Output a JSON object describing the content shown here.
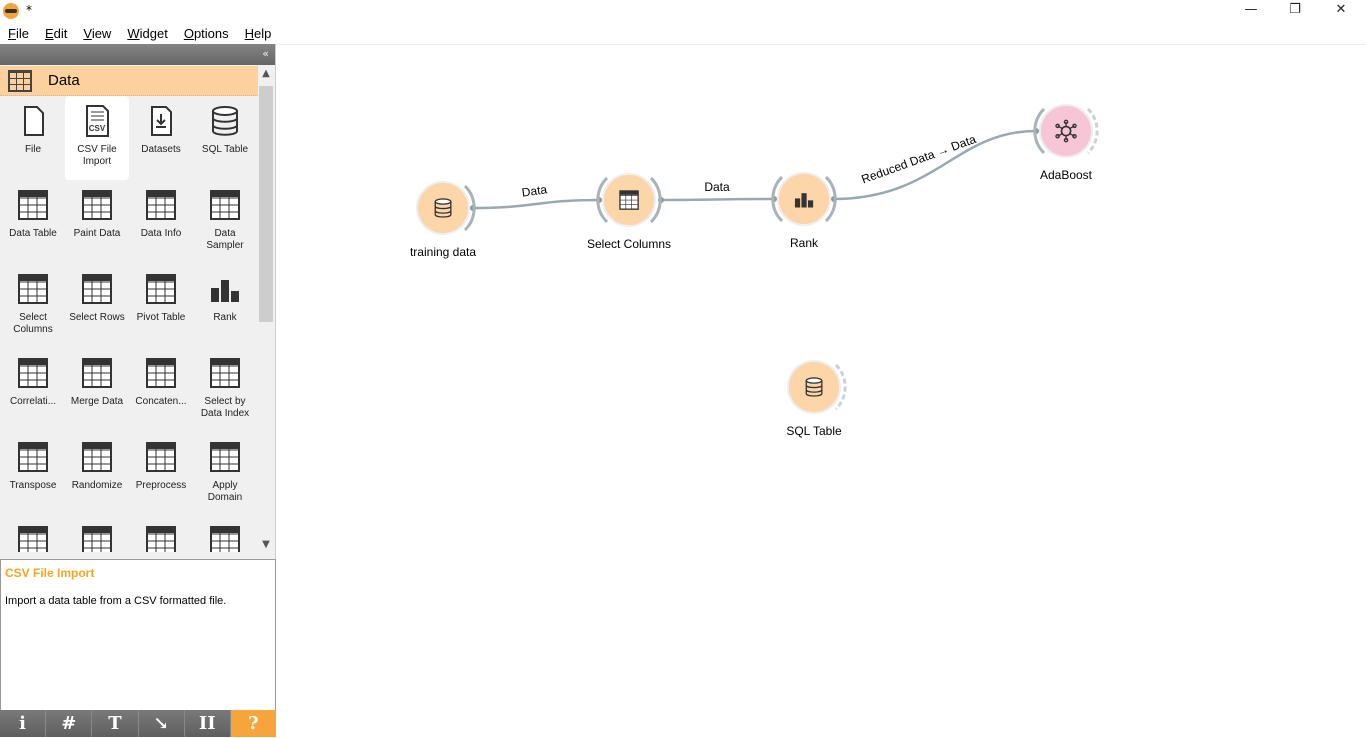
{
  "window": {
    "title": "*",
    "minimize": "—",
    "restore": "❐",
    "close": "✕"
  },
  "menu": [
    "File",
    "Edit",
    "View",
    "Widget",
    "Options",
    "Help"
  ],
  "dock": {
    "collapse": "«",
    "category": "Data",
    "widgets": [
      {
        "label": "File",
        "icon": "file-icon"
      },
      {
        "label": "CSV File Import",
        "icon": "csv-icon"
      },
      {
        "label": "Datasets",
        "icon": "datasets-icon"
      },
      {
        "label": "SQL Table",
        "icon": "database-icon"
      },
      {
        "label": "Data Table",
        "icon": "table-icon"
      },
      {
        "label": "Paint Data",
        "icon": "paint-icon"
      },
      {
        "label": "Data Info",
        "icon": "info-icon"
      },
      {
        "label": "Data Sampler",
        "icon": "dice-icon"
      },
      {
        "label": "Select Columns",
        "icon": "select-columns-icon"
      },
      {
        "label": "Select Rows",
        "icon": "select-rows-icon"
      },
      {
        "label": "Pivot Table",
        "icon": "pivot-icon"
      },
      {
        "label": "Rank",
        "icon": "rank-icon"
      },
      {
        "label": "Correlati...",
        "icon": "correlations-icon"
      },
      {
        "label": "Merge Data",
        "icon": "merge-icon"
      },
      {
        "label": "Concaten...",
        "icon": "concatenate-icon"
      },
      {
        "label": "Select by Data Index",
        "icon": "select-index-icon"
      },
      {
        "label": "Transpose",
        "icon": "transpose-icon"
      },
      {
        "label": "Randomize",
        "icon": "randomize-icon"
      },
      {
        "label": "Preprocess",
        "icon": "gears-icon"
      },
      {
        "label": "Apply Domain",
        "icon": "gear-icon"
      },
      {
        "label": "",
        "icon": "grid-icon"
      },
      {
        "label": "",
        "icon": "scatter-icon"
      },
      {
        "label": "",
        "icon": "text-pen-icon"
      },
      {
        "label": "",
        "icon": "python-icon"
      }
    ],
    "selected": 1
  },
  "help": {
    "title": "CSV File Import",
    "text": "Import a data table from a CSV formatted file."
  },
  "toolbar": [
    "i",
    "#",
    "T",
    "↘",
    "II",
    "?"
  ],
  "canvas": {
    "nodes": [
      {
        "label": "training data",
        "icon": "database-icon",
        "color": "#fcd5a8"
      },
      {
        "label": "Select Columns",
        "icon": "select-columns-icon",
        "color": "#fcd5a8"
      },
      {
        "label": "Rank",
        "icon": "rank-icon",
        "color": "#fcd5a8"
      },
      {
        "label": "AdaBoost",
        "icon": "network-icon",
        "color": "#f6c6d6"
      },
      {
        "label": "SQL Table",
        "icon": "database-icon",
        "color": "#fcd5a8"
      }
    ],
    "links": [
      {
        "label": "Data"
      },
      {
        "label": "Data"
      },
      {
        "label": "Reduced Data → Data"
      }
    ]
  }
}
